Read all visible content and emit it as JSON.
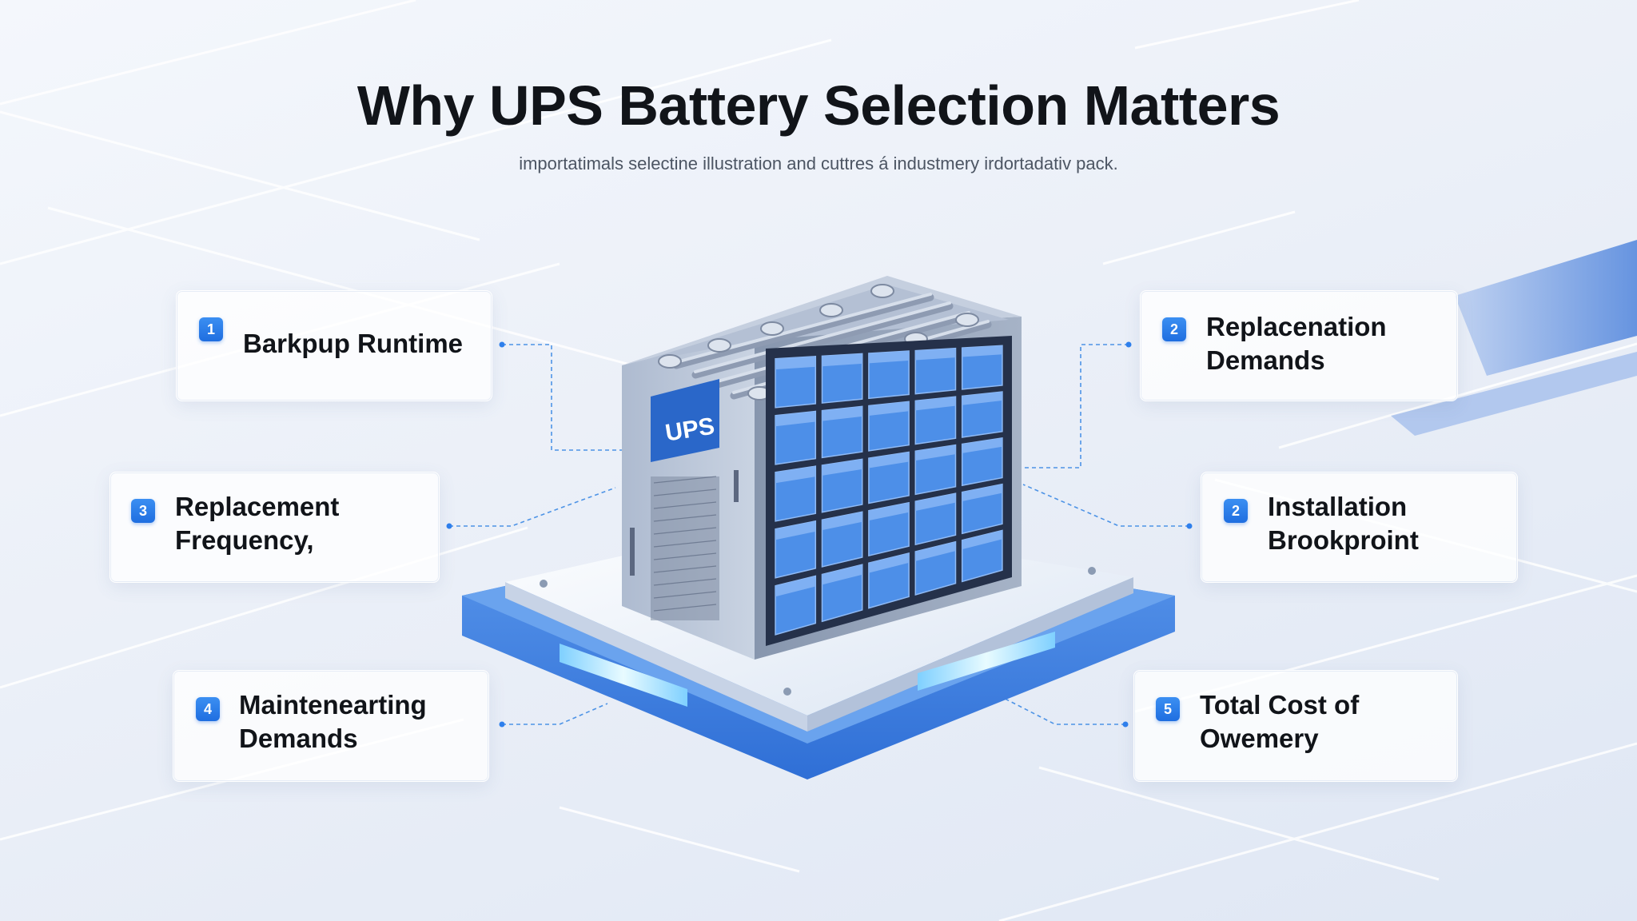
{
  "header": {
    "title": "Why UPS Battery Selection Matters",
    "subtitle": "importatimals selectine illustration and cuttres á industmery irdortadativ pack."
  },
  "battery": {
    "label": "UPS"
  },
  "cards": [
    {
      "number": "1",
      "label": "Barkpup Runtime"
    },
    {
      "number": "2",
      "label": "Replacenation\nDemands"
    },
    {
      "number": "3",
      "label": "Replacement\nFrequency,"
    },
    {
      "number": "2",
      "label": "Installation\nBrookproint"
    },
    {
      "number": "4",
      "label": "Maintenearting\nDemands"
    },
    {
      "number": "5",
      "label": "Total Cost of\nOwemery"
    }
  ],
  "colors": {
    "accent": "#2f80ed",
    "card_bg": "#ffffff",
    "cell_blue": "#4d8fe8",
    "text": "#111419"
  }
}
